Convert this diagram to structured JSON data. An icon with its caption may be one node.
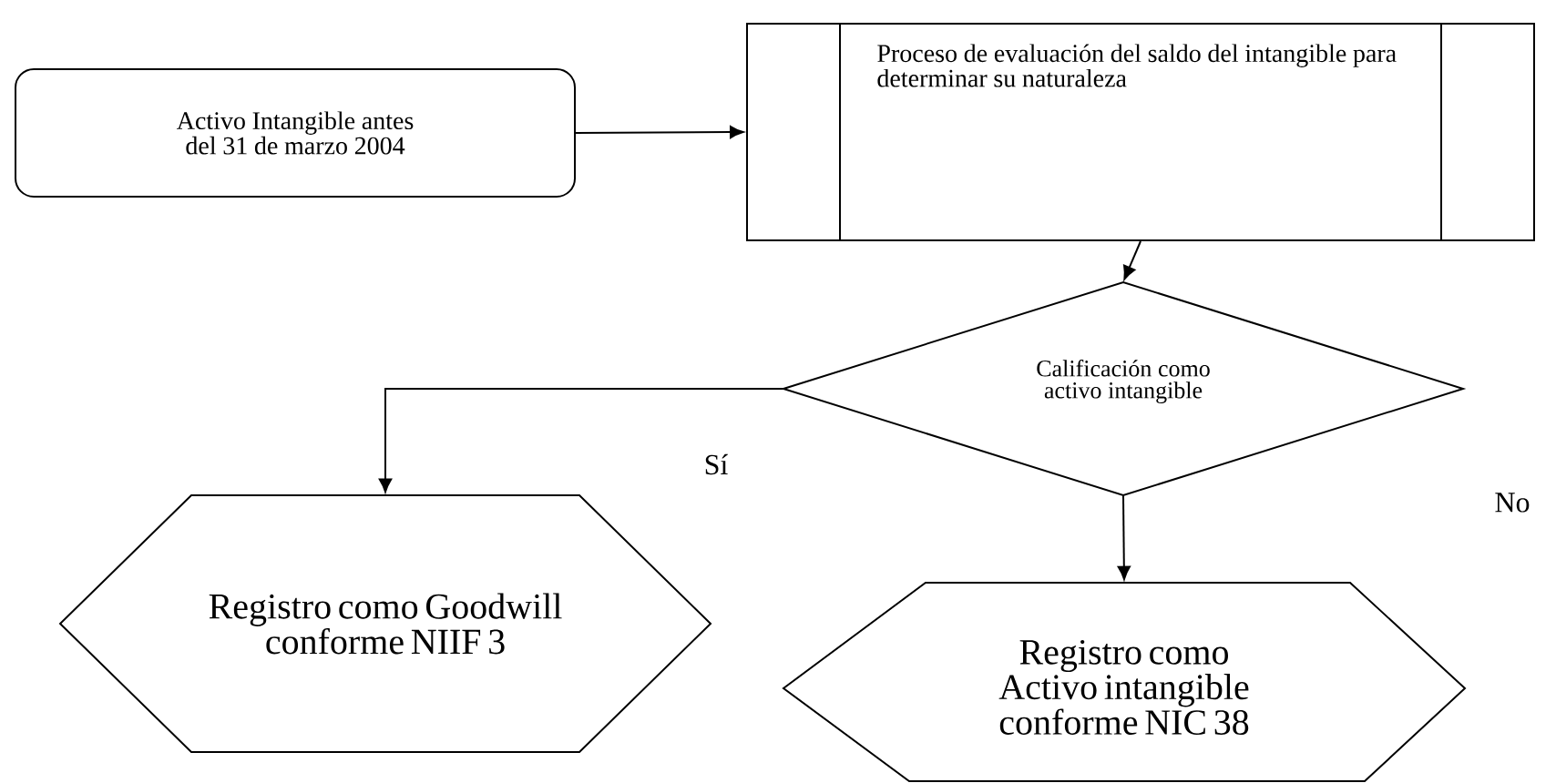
{
  "diagram": {
    "nodes": [
      {
        "text": [
          "Activo Intangible antes del 31 de marzo 2004"
        ]
      },
      {
        "text": [
          "Proceso de evaluación del saldo del intangible para determinar su naturaleza"
        ]
      },
      {
        "text": [
          "Calificación como activo intangible"
        ]
      },
      {
        "text": [
          "Registro como Goodwill conforme NIIF 3"
        ]
      },
      {
        "text": [
          "Registro como Activo intangible conforme NIC 38"
        ]
      }
    ],
    "edges": [
      {
        "from": 0,
        "to": 1,
        "arrow": "to"
      },
      {
        "from": 1,
        "to": 2,
        "arrow": "to"
      },
      {
        "from": 2,
        "to": 3,
        "arrow": "to",
        "label": "Sí"
      },
      {
        "from": 2,
        "to": 4,
        "arrow": "to"
      }
    ],
    "labels": [
      "No"
    ]
  }
}
